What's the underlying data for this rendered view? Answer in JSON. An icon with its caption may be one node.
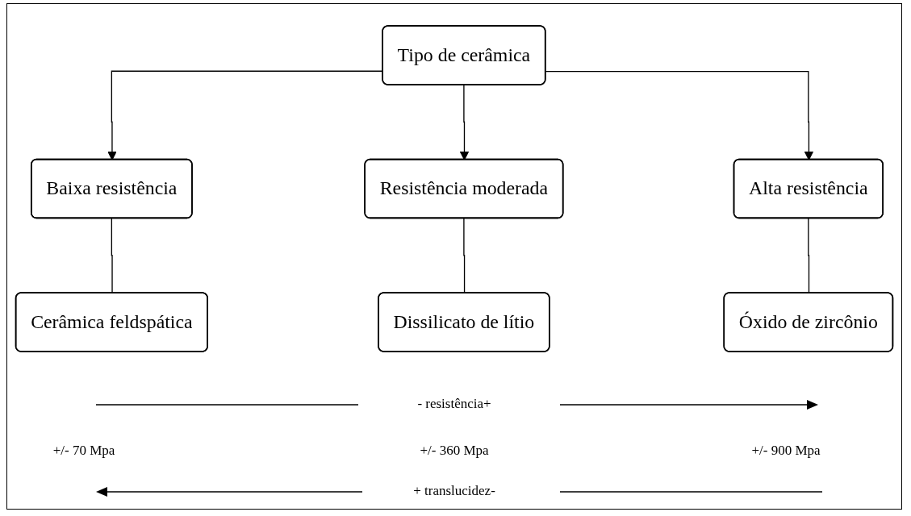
{
  "diagram": {
    "nodes": [
      {
        "text": [
          "Tipo de cerâmica"
        ]
      },
      {
        "text": [
          "Baixa resistência"
        ]
      },
      {
        "text": [
          "Resistência moderada"
        ]
      },
      {
        "text": [
          "Alta resistência"
        ]
      },
      {
        "text": [
          "Cerâmica feldspática"
        ]
      },
      {
        "text": [
          "Dissilicato de lítio"
        ]
      },
      {
        "text": [
          "Óxido de zircônio"
        ]
      }
    ],
    "edges": [
      {
        "from": 0,
        "to": 1,
        "arrow": "to"
      },
      {
        "from": 0,
        "to": 2,
        "arrow": "to"
      },
      {
        "from": 0,
        "to": 3,
        "arrow": "to"
      },
      {
        "from": 1,
        "to": 4,
        "arrow": "none"
      },
      {
        "from": 2,
        "to": 5,
        "arrow": "none"
      },
      {
        "from": 3,
        "to": 6,
        "arrow": "none"
      }
    ],
    "labels": [
      "- resistência+",
      "+/- 70 Mpa",
      "+/- 360 Mpa",
      "+/- 900 Mpa",
      "+ translucidez-"
    ]
  }
}
